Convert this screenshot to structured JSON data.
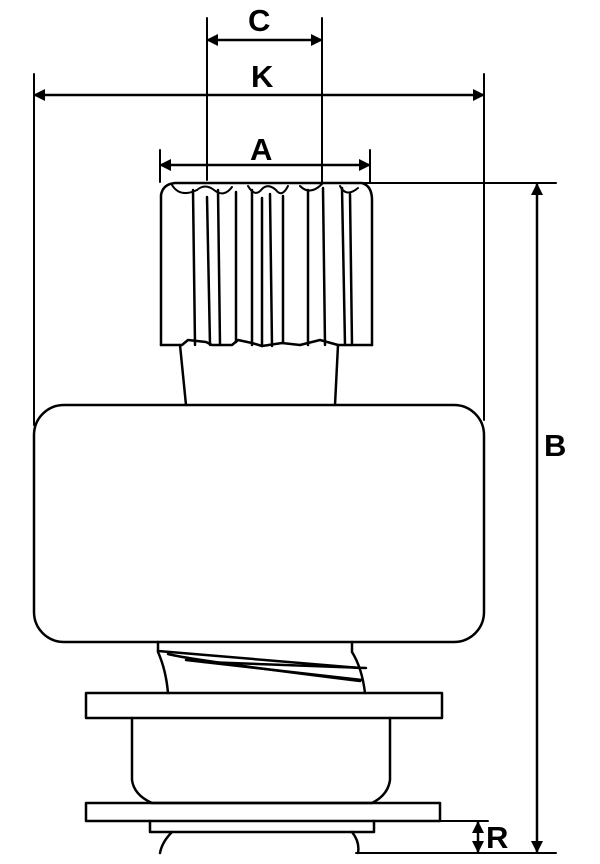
{
  "diagram": {
    "labels": {
      "c": "C",
      "k": "K",
      "a": "A",
      "b": "B",
      "r": "R"
    },
    "colors": {
      "line": "#000000",
      "background": "#ffffff"
    }
  }
}
